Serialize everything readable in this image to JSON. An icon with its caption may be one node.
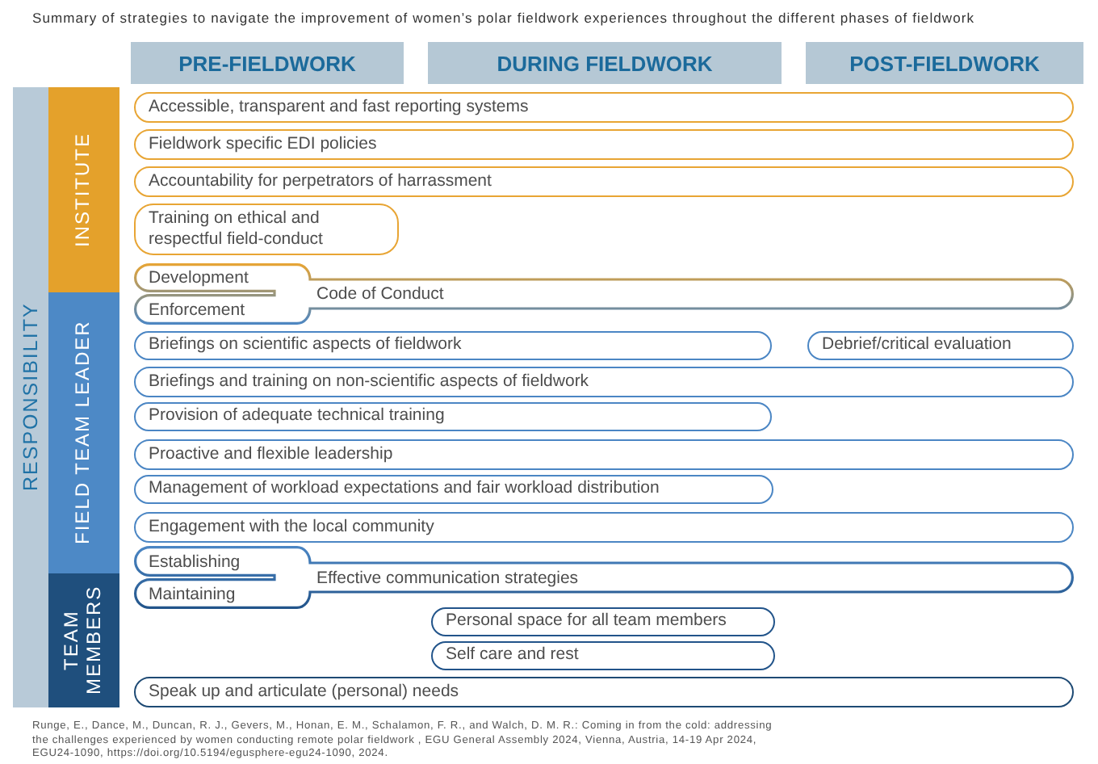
{
  "diagram": {
    "title": "Summary of strategies to navigate the improvement of women’s polar fieldwork experiences throughout the different phases of fieldwork",
    "caption": "Runge, E., Dance, M., Duncan, R. J., Gevers, M., Honan, E. M., Schalamon, F. R., and Walch, D. M. R.: Coming in from the cold: addressing the challenges experienced by women conducting remote polar fieldwork , EGU General Assembly 2024, Vienna, Austria, 14-19 Apr 2024, EGU24-1090, https://doi.org/10.5194/egusphere-egu24-1090, 2024.",
    "nodes": [
      {
        "text": [
          "PRE-FIELDWORK"
        ]
      },
      {
        "text": [
          "DURING FIELDWORK"
        ]
      },
      {
        "text": [
          "POST-FIELDWORK"
        ]
      },
      {
        "text": [
          "RESPONSIBILITY"
        ]
      },
      {
        "text": [
          "INSTITUTE"
        ]
      },
      {
        "text": [
          "Accessible, transparent and fast reporting systems"
        ]
      },
      {
        "text": [
          "Fieldwork specific EDI policies"
        ]
      },
      {
        "text": [
          "Accountability for perpetrators of harrassment"
        ]
      },
      {
        "text": [
          "Training on ethical and respectful field-conduct"
        ]
      },
      {
        "text": [
          "Code of Conduct"
        ]
      },
      {
        "text": [
          "Development"
        ],
        "in": 9
      },
      {
        "text": [
          "Enforcement"
        ],
        "in": 9
      },
      {
        "text": [
          "FIELD TEAM LEADER"
        ]
      },
      {
        "text": [
          "Briefings on scientific aspects of fieldwork"
        ]
      },
      {
        "text": [
          "Debrief/critical evaluation"
        ]
      },
      {
        "text": [
          "Briefings and training on non-scientific aspects of fieldwork"
        ]
      },
      {
        "text": [
          "Provision of adequate technical training"
        ]
      },
      {
        "text": [
          "Proactive and flexible leadership"
        ]
      },
      {
        "text": [
          "Management of workload expectations and fair workload distribution"
        ]
      },
      {
        "text": [
          "Engagement with the local community"
        ]
      },
      {
        "text": [
          "Effective communication strategies"
        ]
      },
      {
        "text": [
          "Establishing"
        ],
        "in": 20
      },
      {
        "text": [
          "Maintaining"
        ],
        "in": 20
      },
      {
        "text": [
          "TEAM MEMBERS"
        ]
      },
      {
        "text": [
          "Personal space for all team members"
        ]
      },
      {
        "text": [
          "Self care and rest"
        ]
      },
      {
        "text": [
          "Speak up and articulate (personal) needs"
        ]
      }
    ]
  }
}
